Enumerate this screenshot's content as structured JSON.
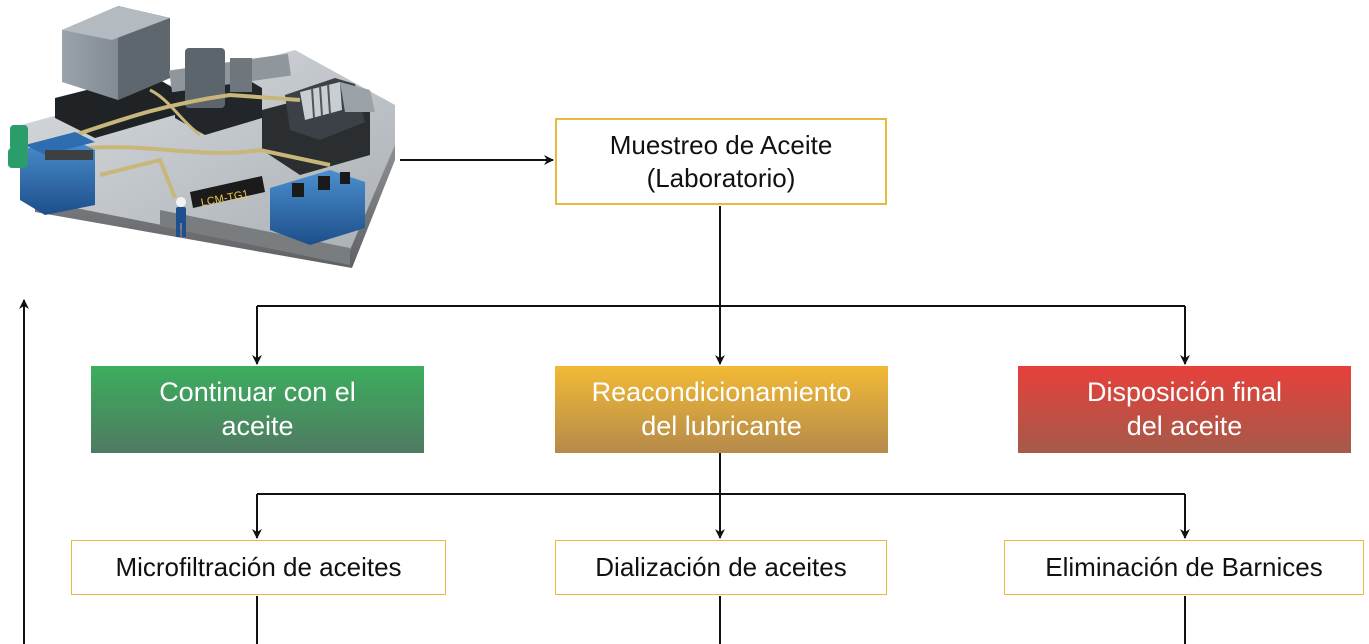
{
  "nodes": {
    "sampling": {
      "label": "Muestreo de Aceite\n(Laboratorio)"
    },
    "continue": {
      "label": "Continuar con el\naceite",
      "color": "#3cae5d"
    },
    "recondition": {
      "label": "Reacondicionamiento\ndel lubricante",
      "color": "#f2ba36"
    },
    "disposal": {
      "label": "Disposición final\ndel aceite",
      "color": "#e6403a"
    },
    "microfiltration": {
      "label": "Microfiltración de aceites"
    },
    "dialysis": {
      "label": "Dialización de aceites"
    },
    "varnish": {
      "label": "Eliminación de Barnices"
    }
  },
  "machine": {
    "plate_label": "LCM-TG1"
  },
  "colors": {
    "box_border": "#e8b93d",
    "line": "#111111"
  }
}
